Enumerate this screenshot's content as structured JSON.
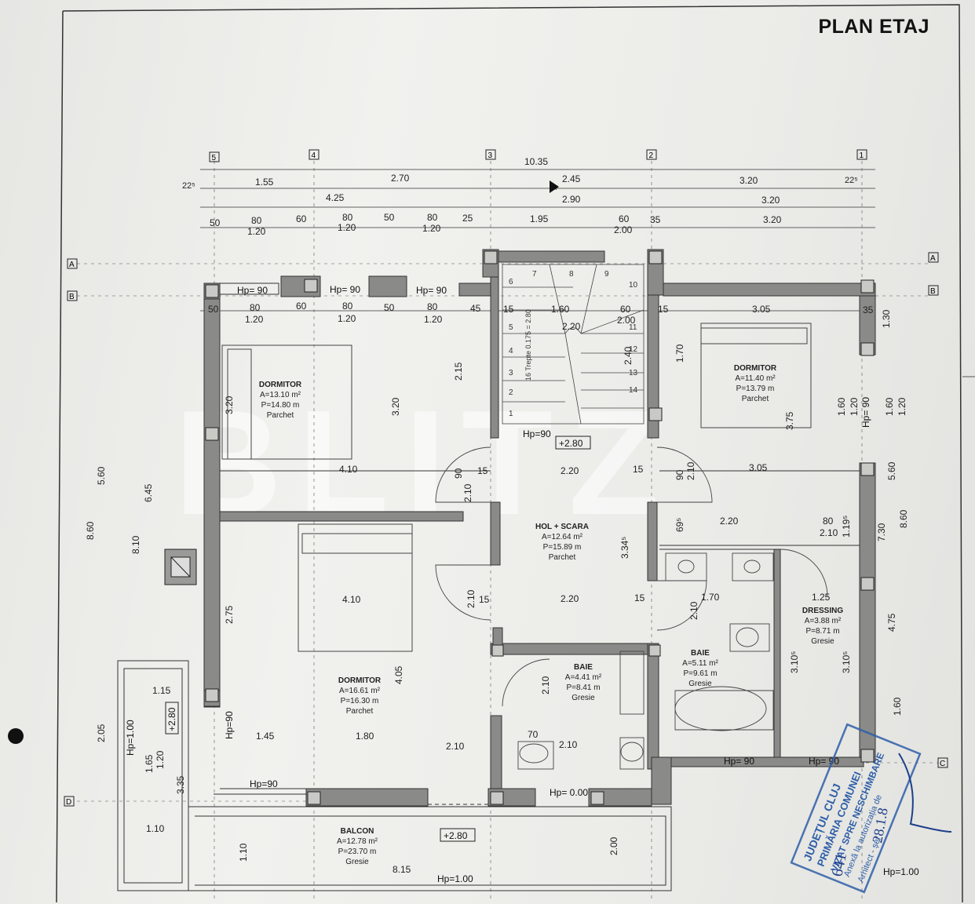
{
  "title": "PLAN ETAJ",
  "watermark": "BLITZ",
  "axes": {
    "vertical": [
      "5",
      "4",
      "3",
      "2",
      "1"
    ],
    "horizontal": [
      "A",
      "B",
      "C",
      "D"
    ]
  },
  "rooms": {
    "dormitor_1": {
      "name": "DORMITOR",
      "area": "A=13.10 m²",
      "perimeter": "P=14.80 m",
      "floor": "Parchet"
    },
    "dormitor_2": {
      "name": "DORMITOR",
      "area": "A=11.40 m²",
      "perimeter": "P=13.79 m",
      "floor": "Parchet"
    },
    "hol": {
      "name": "HOL + SCARA",
      "area": "A=12.64 m²",
      "perimeter": "P=15.89 m",
      "floor": "Parchet"
    },
    "dormitor_3": {
      "name": "DORMITOR",
      "area": "A=16.61 m²",
      "perimeter": "P=16.30 m",
      "floor": "Parchet"
    },
    "baie_1": {
      "name": "BAIE",
      "area": "A=4.41 m²",
      "perimeter": "P=8.41 m",
      "floor": "Gresie"
    },
    "baie_2": {
      "name": "BAIE",
      "area": "A=5.11 m²",
      "perimeter": "P=9.61 m",
      "floor": "Gresie"
    },
    "dressing": {
      "name": "DRESSING",
      "area": "A=3.88 m²",
      "perimeter": "P=8.71 m",
      "floor": "Gresie"
    },
    "balcon": {
      "name": "BALCON",
      "area": "A=12.78 m²",
      "perimeter": "P=23.70 m",
      "floor": "Gresie"
    }
  },
  "levels": {
    "hol": "+2.80",
    "balcon": "+2.80",
    "terasa": "+2.80"
  },
  "heights": {
    "parapet_1": "Hp= 90",
    "parapet_2": "Hp= 90",
    "parapet_3": "Hp= 90",
    "stair": "Hp=90",
    "balcon_rail": "Hp=1.00",
    "balcon_left": "Hp=1.00",
    "door_sill": "Hp= 0.00",
    "baie_window": "Hp= 90",
    "dressing_window": "Hp= 90",
    "dormitor_window": "Hp=90",
    "dormitor_door": "Hp=90",
    "corner": "Hp=1.00"
  },
  "stair": {
    "label": "16 Trepte 0.175 = 2.80",
    "steps": [
      "1",
      "2",
      "3",
      "4",
      "5",
      "6",
      "7",
      "8",
      "9",
      "10",
      "11",
      "12",
      "13",
      "14"
    ]
  },
  "dimensions": {
    "top_row_1": [
      "10.35"
    ],
    "top_row_2": [
      "22⁵",
      "1.55",
      "2.70",
      "2.45",
      "3.20",
      "22⁵"
    ],
    "top_row_3": [
      "4.25",
      "2.90",
      "3.20"
    ],
    "top_row_4": [
      "50",
      "80",
      "60",
      "80",
      "50",
      "80",
      "25",
      "1.95",
      "60",
      "35",
      "3.20"
    ],
    "top_row_5": [
      "1.20",
      "1.20",
      "1.20",
      "2.00"
    ],
    "inner_row": [
      "50",
      "80",
      "60",
      "80",
      "50",
      "80",
      "45",
      "15",
      "1.60",
      "60",
      "15",
      "3.05",
      "35"
    ],
    "inner_row_2": [
      "1.20",
      "1.20",
      "1.20",
      "2.20",
      "2.00"
    ],
    "left_col": [
      "8.60",
      "5.60",
      "6.45",
      "8.10",
      "2.05",
      "3.35",
      "1.65",
      "1.20"
    ],
    "right_col": [
      "8.60",
      "5.60",
      "7.30",
      "4.75",
      "1.60",
      "1.30",
      "1.60",
      "1.20"
    ],
    "middle": [
      "4.10",
      "2.20",
      "3.05",
      "15",
      "90",
      "2.10",
      "3.20",
      "2.15",
      "2.75",
      "4.05",
      "1.70",
      "2.40",
      "3.75",
      "3.34⁵",
      "1.70",
      "1.25",
      "3.10⁵",
      "3.10⁵",
      "2.20",
      "80",
      "2.10",
      "1.19⁵",
      "69⁵",
      "1.45",
      "1.80",
      "70",
      "2.10",
      "8.15",
      "1.10",
      "1.15",
      "2.00"
    ]
  },
  "stamp": {
    "line1": "JUDEȚUL CLUJ",
    "line2": "PRIMĂRIA COMUNEI",
    "line3": "VIZAT SPRE NESCHIMBARE",
    "line4": "Anexă la autorizația de",
    "handwritten_no": "641",
    "handwritten_date": "28.1.8",
    "arhitect": "Arhitect - șef"
  },
  "colors": {
    "wall": "#8a8a88",
    "line": "#2a2a2a",
    "stamp": "#2e5ea8"
  }
}
